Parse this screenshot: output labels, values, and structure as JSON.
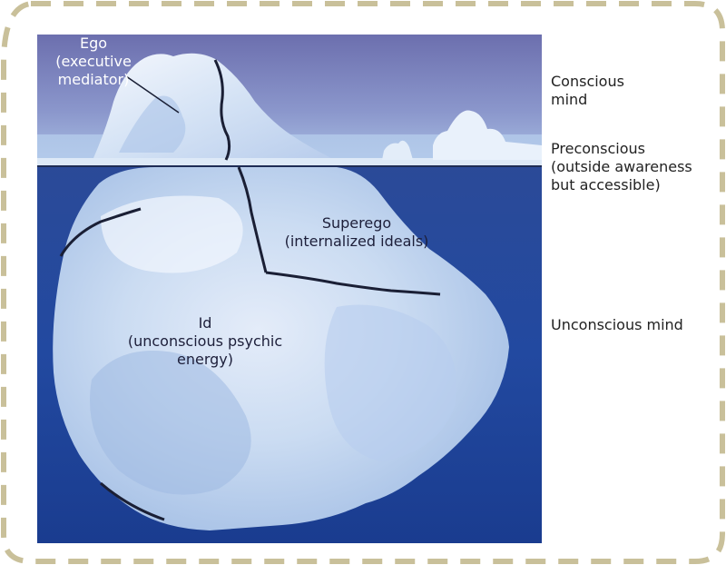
{
  "colors": {
    "frame_dash": "#c9c09a",
    "sky_top": "#6c6fae",
    "sky_bottom": "#9fb6df",
    "water_top": "#2f4d9c",
    "water_bottom": "#1c3d93",
    "ice_light": "#eef3fb",
    "ice_shadow": "#a9c3e6",
    "crack": "#1a1f35"
  },
  "diagram": {
    "ego_label": "Ego\n(executive\nmediator)",
    "superego_label": "Superego\n(internalized ideals)",
    "id_label": "Id\n(unconscious psychic\nenergy)"
  },
  "levels": {
    "conscious": "Conscious\nmind",
    "preconscious": "Preconscious\n(outside awareness\nbut accessible)",
    "unconscious": "Unconscious mind"
  }
}
